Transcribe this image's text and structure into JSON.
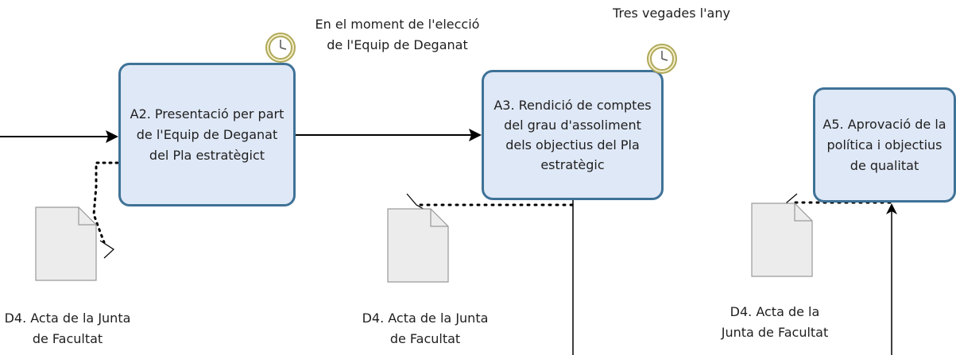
{
  "tasks": [
    {
      "label": "A2. Presentació per part de l'Equip de Deganat del Pla estratègict"
    },
    {
      "label": "A3. Rendició de comptes del grau d'assoliment dels objectius del Pla estratègic"
    },
    {
      "label": "A5. Aprovació de la política i objectius de qualitat"
    }
  ],
  "timers": [
    {
      "label": "En el moment de l'elecció de l'Equip de Deganat",
      "icon": "timer-clock-icon"
    },
    {
      "label": "Tres vegades l'any",
      "icon": "timer-clock-icon"
    }
  ],
  "documents": [
    {
      "label": "D4. Acta de la Junta de Facultat",
      "icon": "document-icon"
    },
    {
      "label": "D4. Acta de la Junta de Facultat",
      "icon": "document-icon"
    },
    {
      "label": "D4. Acta de la Junta de Facultat",
      "icon": "document-icon"
    }
  ],
  "colors": {
    "task_fill": "#dfe8f6",
    "task_border": "#3f7297",
    "clock_ring": "#c9c27a",
    "doc_fill": "#ececec"
  }
}
